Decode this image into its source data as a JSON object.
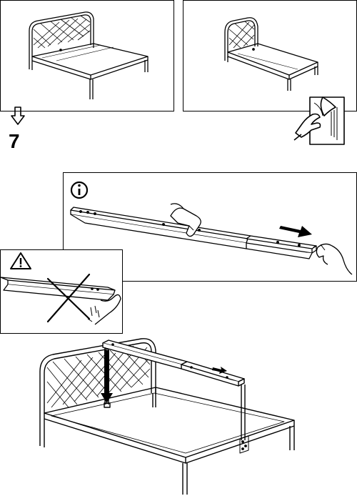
{
  "step": {
    "number": "7"
  },
  "icons": {
    "continue_arrow": "down-arrow-icon",
    "next_page": "page-turn-icon",
    "info": "info-icon",
    "warning": "warning-icon",
    "wrong_method": "cross-icon",
    "direction": "right-arrow-icon"
  },
  "panels": {
    "first_bed_option": "bed-with-high-headboard",
    "second_bed_option": "narrow-bed-with-headboard",
    "info_panel": "slide-rail-extension",
    "warning_panel": "do-not-lift-by-end"
  },
  "colors": {
    "line": "#000000",
    "background": "#ffffff",
    "grey_fill": "#e6e6e6"
  }
}
